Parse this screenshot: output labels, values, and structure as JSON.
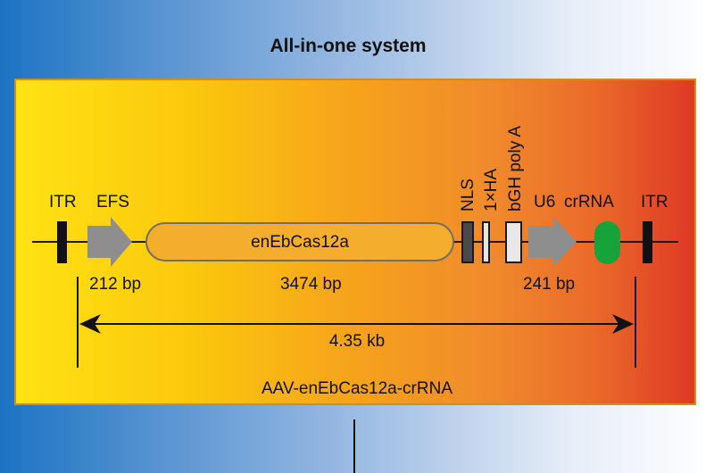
{
  "title": "All-in-one system",
  "labels": {
    "itr_left": "ITR",
    "efs": "EFS",
    "cas": "enEbCas12a",
    "nls": "NLS",
    "ha": "1×HA",
    "bgh": "bGH poly A",
    "u6": "U6",
    "crrna": "crRNA",
    "itr_right": "ITR"
  },
  "sizes": {
    "efs": "212 bp",
    "cas": "3474 bp",
    "u6": "241 bp",
    "total": "4.35 kb"
  },
  "construct_name": "AAV-enEbCas12a-crRNA",
  "colors": {
    "green": "#15a33a",
    "grey_arrow": "#8e8e8e",
    "cas_fill": "#f5ad2c"
  }
}
